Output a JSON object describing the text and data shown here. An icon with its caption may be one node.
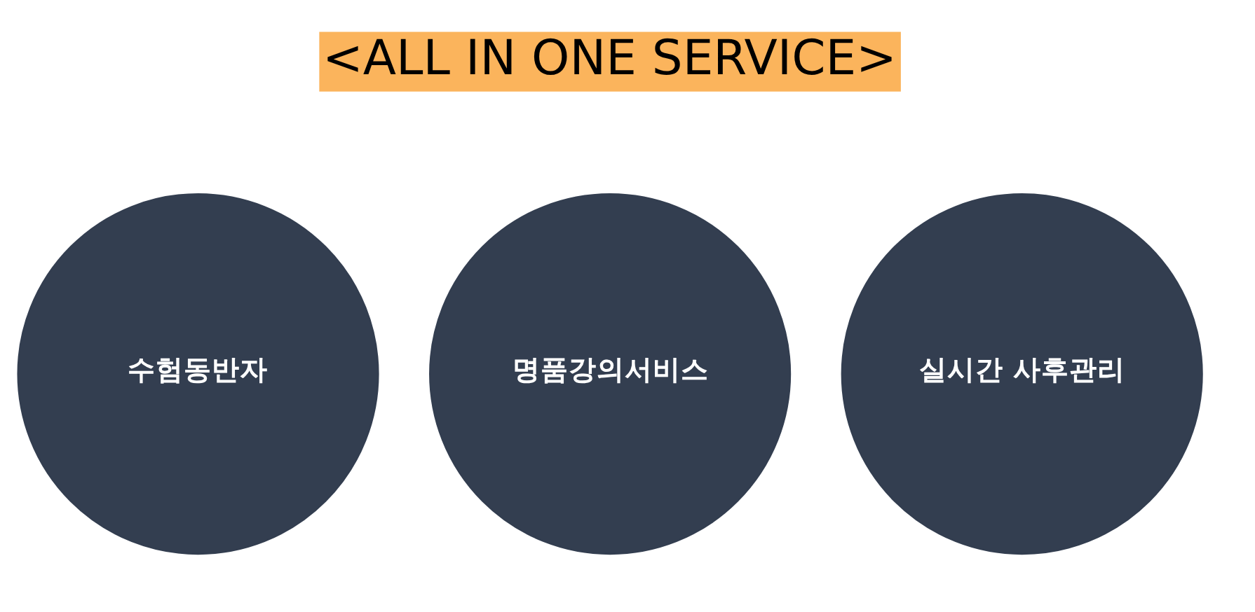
{
  "diagram": {
    "title": "<ALL IN ONE SERVICE>",
    "nodes": [
      {
        "text": [
          "수험동반자"
        ]
      },
      {
        "text": [
          "명품강의서비스"
        ]
      },
      {
        "text": [
          "실시간 사후관리"
        ]
      }
    ]
  }
}
